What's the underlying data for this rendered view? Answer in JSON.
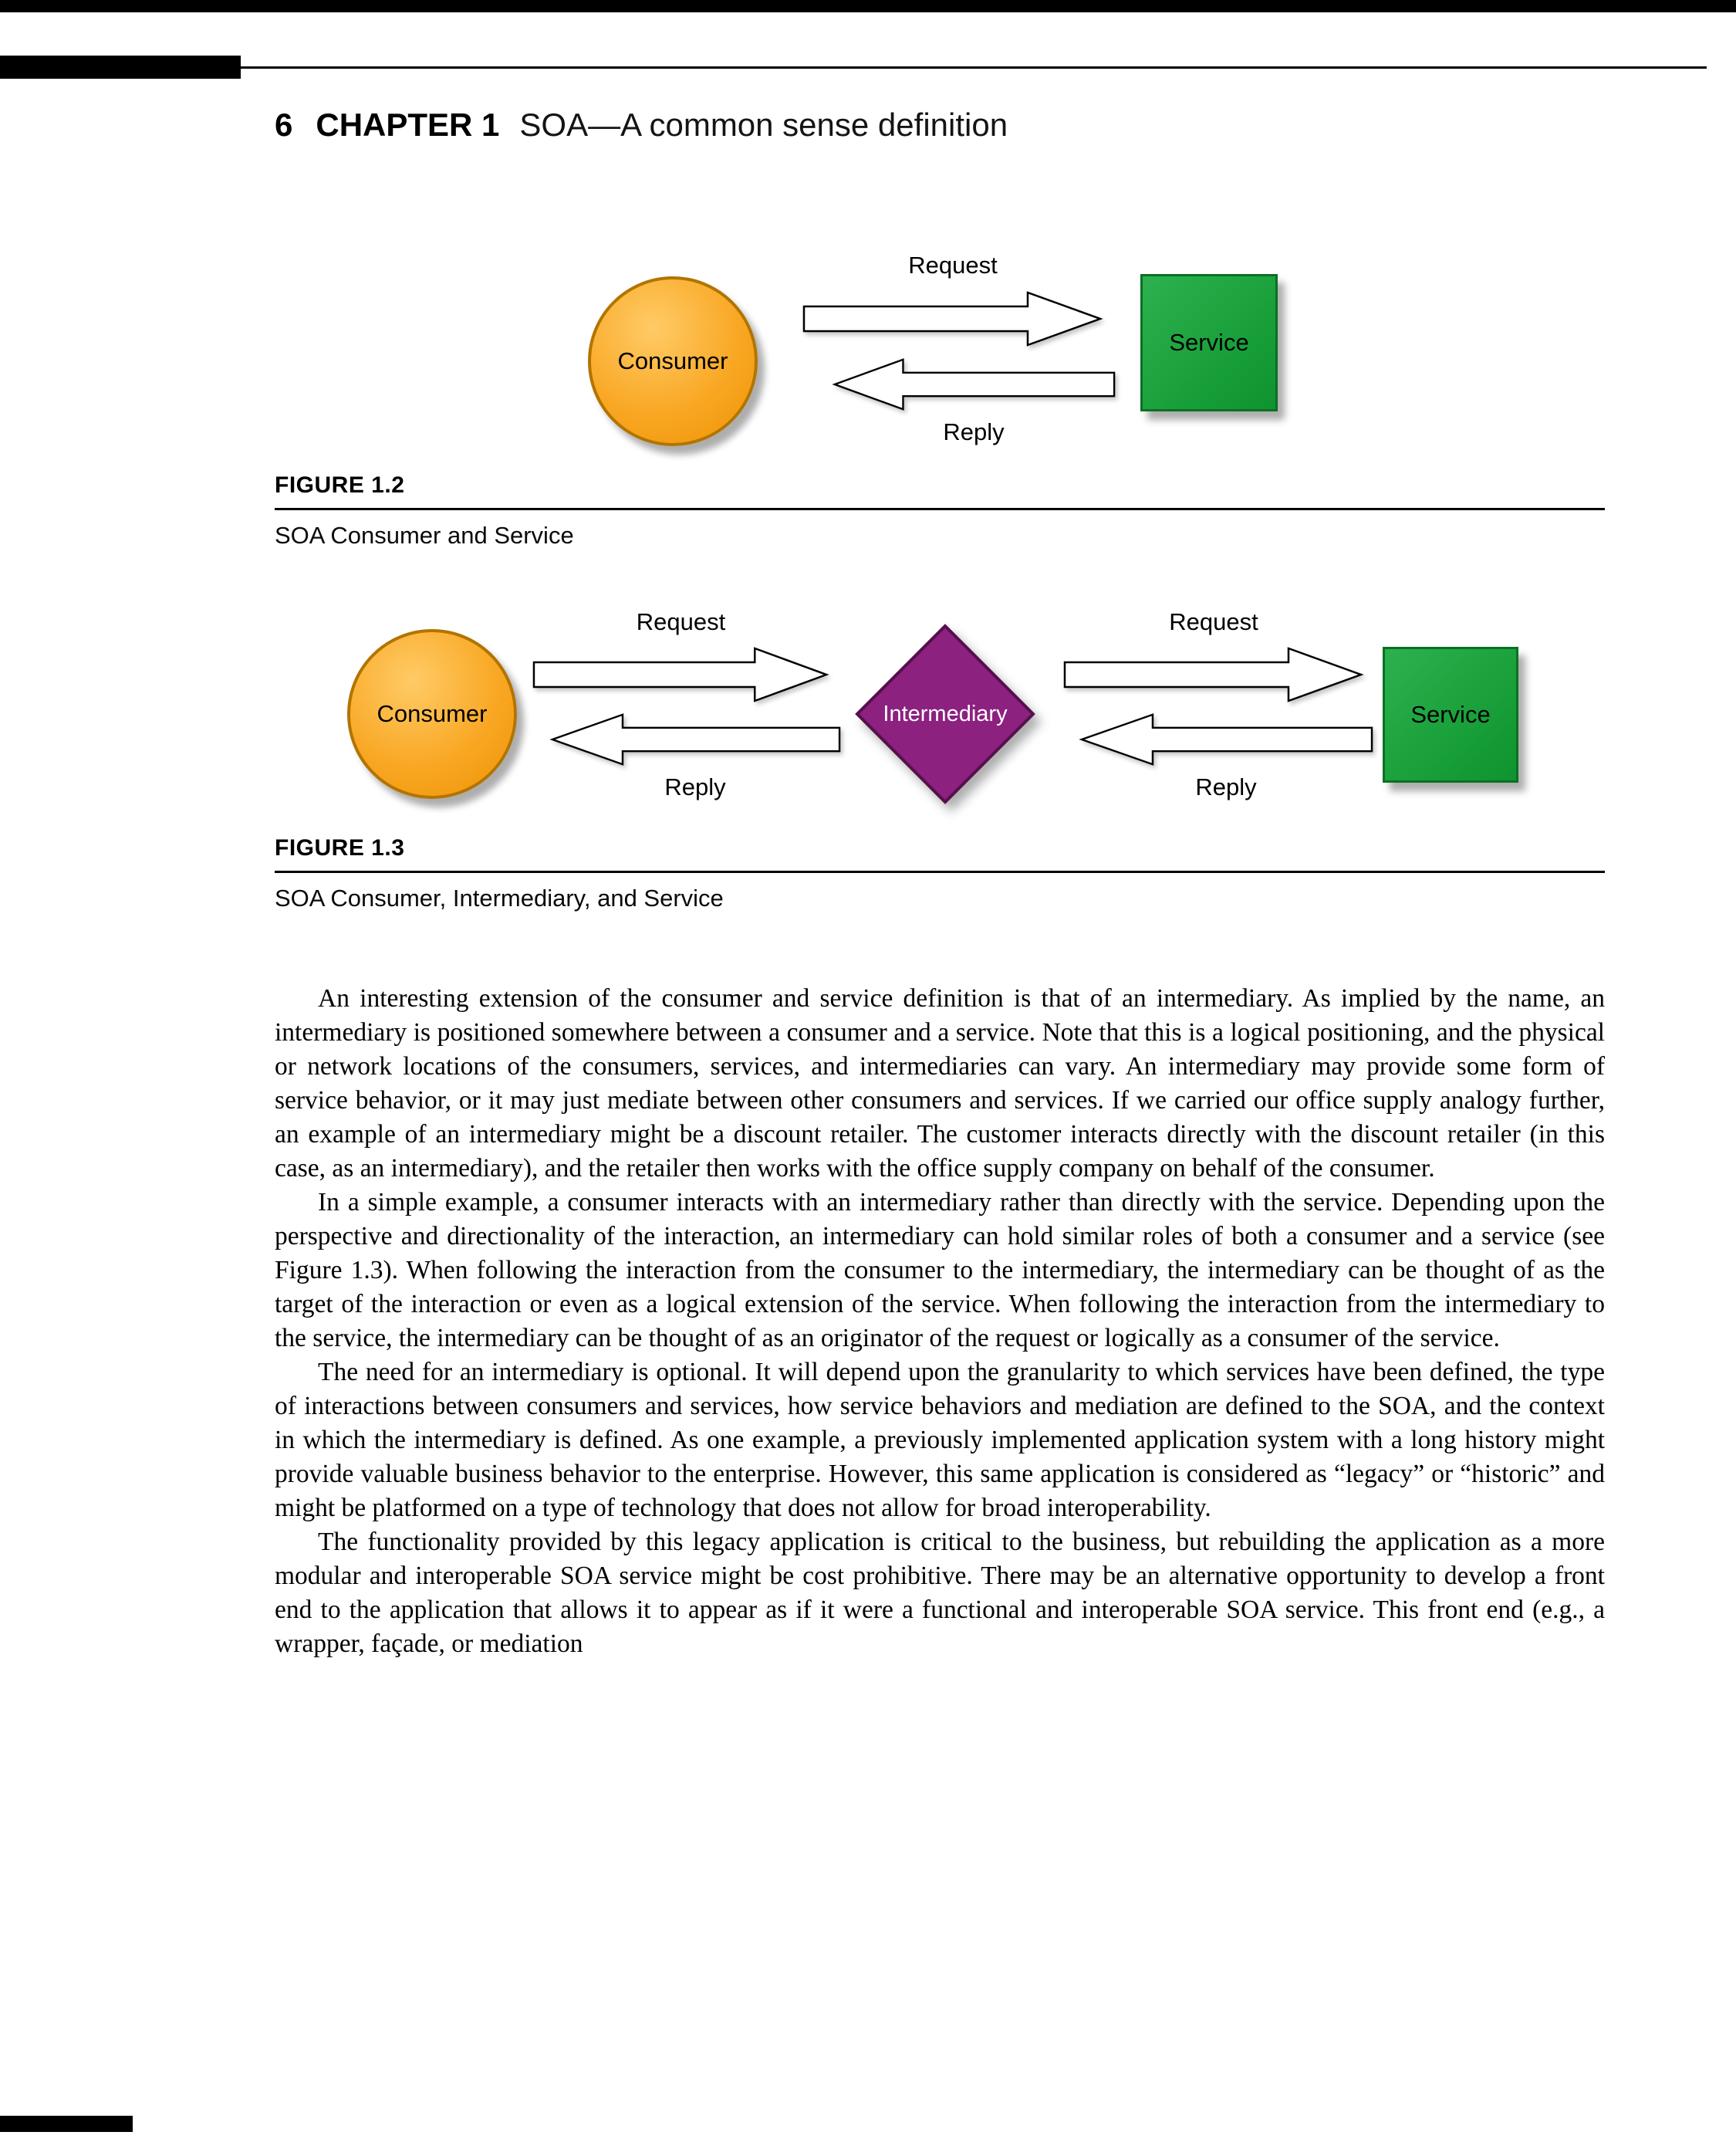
{
  "header": {
    "page_number": "6",
    "chapter_label": "CHAPTER 1",
    "chapter_title": "SOA—A common sense definition"
  },
  "fig12": {
    "label": "FIGURE 1.2",
    "caption": "SOA Consumer and Service",
    "consumer": "Consumer",
    "service": "Service",
    "request": "Request",
    "reply": "Reply"
  },
  "fig13": {
    "label": "FIGURE 1.3",
    "caption": "SOA Consumer, Intermediary, and Service",
    "consumer": "Consumer",
    "intermediary": "Intermediary",
    "service": "Service",
    "request1": "Request",
    "reply1": "Reply",
    "request2": "Request",
    "reply2": "Reply"
  },
  "icons": {
    "request_arrow": "block-arrow-right",
    "reply_arrow": "block-arrow-left"
  },
  "colors": {
    "consumer_fill": "#F9A825",
    "consumer_border": "#B27400",
    "service_fill": "#16A038",
    "service_border": "#0B7022",
    "intermediary_fill": "#8C2180",
    "intermediary_border": "#55104D",
    "arrow_fill": "#FFFFFF",
    "arrow_stroke": "#000000",
    "bar": "#000000"
  },
  "body": {
    "paragraphs": [
      "An interesting extension of the consumer and service definition is that of an intermediary. As implied by the name, an intermediary is positioned somewhere between a consumer and a service. Note that this is a logical positioning, and the physical or network locations of the consumers, services, and intermediaries can vary. An intermediary may provide some form of service behavior, or it may just mediate between other consumers and services. If we carried our office supply analogy further, an example of an intermediary might be a discount retailer. The customer interacts directly with the discount retailer (in this case, as an intermediary), and the retailer then works with the office supply company on behalf of the consumer.",
      "In a simple example, a consumer interacts with an intermediary rather than directly with the service. Depending upon the perspective and directionality of the interaction, an intermediary can hold similar roles of both a consumer and a service (see Figure 1.3). When following the interaction from the consumer to the intermediary, the intermediary can be thought of as the target of the interaction or even as a logical extension of the service. When following the interaction from the intermediary to the service, the intermediary can be thought of as an originator of the request or logically as a consumer of the service.",
      "The need for an intermediary is optional. It will depend upon the granularity to which services have been defined, the type of interactions between consumers and services, how service behaviors and mediation are defined to the SOA, and the context in which the intermediary is defined. As one example, a previously implemented application system with a long history might provide valuable business behavior to the enterprise. However, this same application is considered as “legacy” or “historic” and might be platformed on a type of technology that does not allow for broad interoperability.",
      "The functionality provided by this legacy application is critical to the business, but rebuilding the application as a more modular and interoperable SOA service might be cost prohibitive. There may be an alternative opportunity to develop a front end to the application that allows it to appear as if it were a functional and interoperable SOA service. This front end (e.g., a wrapper, façade, or mediation"
    ]
  }
}
